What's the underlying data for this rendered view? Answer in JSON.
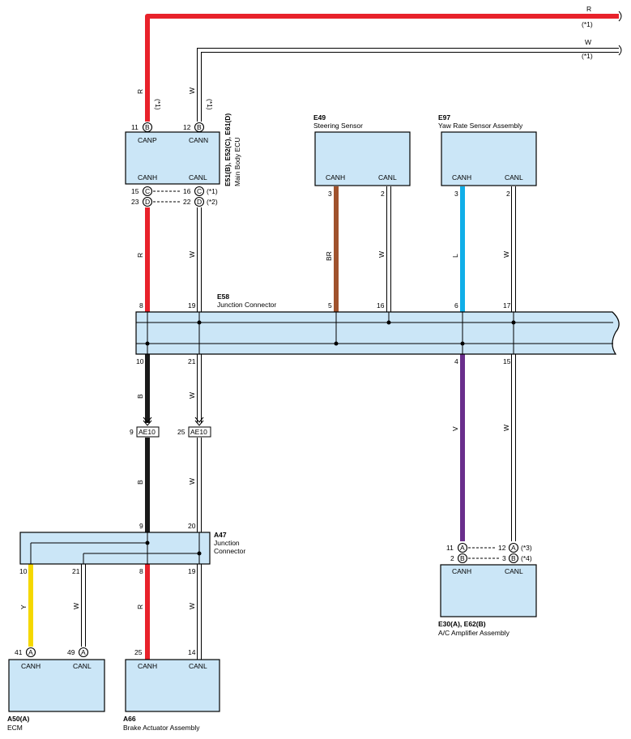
{
  "wire_colors": {
    "R": "#e8222b",
    "W": "#ffffff",
    "BR": "#a0522d",
    "L": "#10aee8",
    "B": "#1a1a1a",
    "V": "#6a2e8c",
    "Y": "#f5d800",
    "box_fill": "#cbe6f7"
  },
  "top_lines": {
    "r_label": "R",
    "r_note": "(*1)",
    "w_label": "W",
    "w_note": "(*1)"
  },
  "main_body_ecu": {
    "code": "E51(B), E52(C), E61(D)",
    "name": "Main Body ECU",
    "canp": "CANP",
    "cann": "CANN",
    "canh": "CANH",
    "canl": "CANL",
    "pin_11": "11",
    "pin_11_letter": "B",
    "pin_12": "12",
    "pin_12_letter": "B",
    "pin_15": "15",
    "pin_15_letter": "C",
    "pin_16": "16",
    "pin_16_letter": "C",
    "pin_23": "23",
    "pin_23_letter": "D",
    "pin_22": "22",
    "pin_22_letter": "D",
    "note_1": "(*1)",
    "note_2": "(*2)",
    "wire_r_upper": "R",
    "wire_r_upper_note": "(*1)",
    "wire_w_upper": "W",
    "wire_w_upper_note": "(*1)",
    "wire_r_lower": "R",
    "wire_w_lower": "W"
  },
  "steering_sensor": {
    "code": "E49",
    "name": "Steering Sensor",
    "canh": "CANH",
    "canl": "CANL",
    "pin_3": "3",
    "pin_2": "2",
    "wire_br": "BR",
    "wire_w": "W"
  },
  "yaw_rate": {
    "code": "E97",
    "name": "Yaw Rate Sensor Assembly",
    "canh": "CANH",
    "canl": "CANL",
    "pin_3": "3",
    "pin_2": "2",
    "wire_l": "L",
    "wire_w": "W"
  },
  "junction_e58": {
    "code": "E58",
    "name": "Junction Connector",
    "pin_8": "8",
    "pin_19": "19",
    "pin_5": "5",
    "pin_16": "16",
    "pin_6": "6",
    "pin_17": "17",
    "pin_10": "10",
    "pin_21": "21",
    "pin_4": "4",
    "pin_15": "15"
  },
  "ae10": {
    "label_left": "AE10",
    "label_right": "AE10",
    "pin_9": "9",
    "pin_25": "25",
    "wire_b_upper": "B",
    "wire_w_upper": "W",
    "wire_b_lower": "B",
    "wire_w_lower": "W"
  },
  "junction_a47": {
    "code": "A47",
    "name_line1": "Junction",
    "name_line2": "Connector",
    "pin_9": "9",
    "pin_20": "20",
    "pin_10": "10",
    "pin_21": "21",
    "pin_8": "8",
    "pin_19": "19"
  },
  "ecm": {
    "code": "A50(A)",
    "name": "ECM",
    "canh": "CANH",
    "canl": "CANL",
    "pin_41": "41",
    "pin_41_letter": "A",
    "pin_49": "49",
    "pin_49_letter": "A",
    "wire_y": "Y",
    "wire_w": "W"
  },
  "brake_actuator": {
    "code": "A66",
    "name": "Brake Actuator Assembly",
    "canh": "CANH",
    "canl": "CANL",
    "pin_25": "25",
    "pin_14": "14",
    "wire_r": "R",
    "wire_w": "W"
  },
  "ac_amplifier": {
    "code": "E30(A), E62(B)",
    "name": "A/C Amplifier Assembly",
    "canh": "CANH",
    "canl": "CANL",
    "pin_11": "11",
    "pin_11_letter": "A",
    "pin_12": "12",
    "pin_12_letter": "A",
    "pin_2": "2",
    "pin_2_letter": "B",
    "pin_3": "3",
    "pin_3_letter": "B",
    "note_3": "(*3)",
    "note_4": "(*4)",
    "wire_v": "V",
    "wire_w": "W"
  }
}
